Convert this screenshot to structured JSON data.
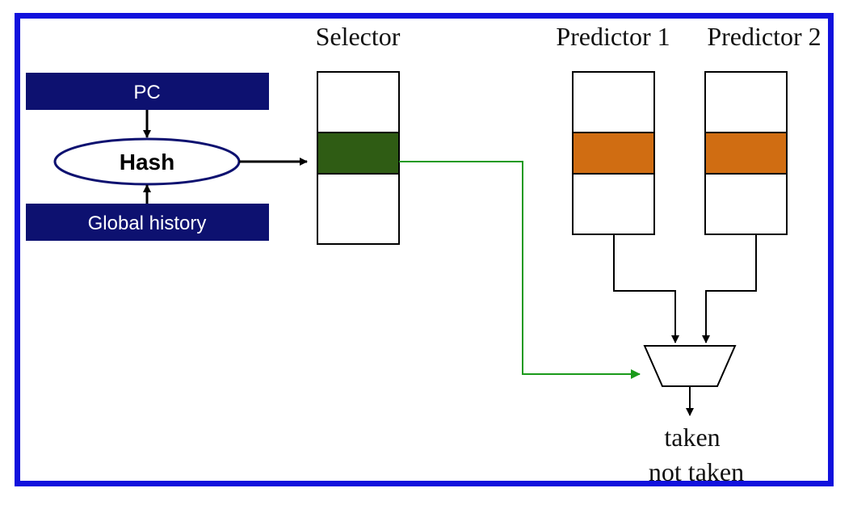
{
  "labels": {
    "selector": "Selector",
    "predictor1": "Predictor 1",
    "predictor2": "Predictor 2",
    "pc": "PC",
    "hash": "Hash",
    "global_history": "Global history",
    "taken": "taken",
    "not_taken": "not taken"
  },
  "colors": {
    "frame": "#1111dd",
    "navy_box": "#0d1170",
    "hash_outline": "#0d1170",
    "selector_entry": "#2f5c14",
    "predictor_entry": "#d06d12",
    "selector_wire": "#1a9a1a",
    "line": "#000000"
  }
}
